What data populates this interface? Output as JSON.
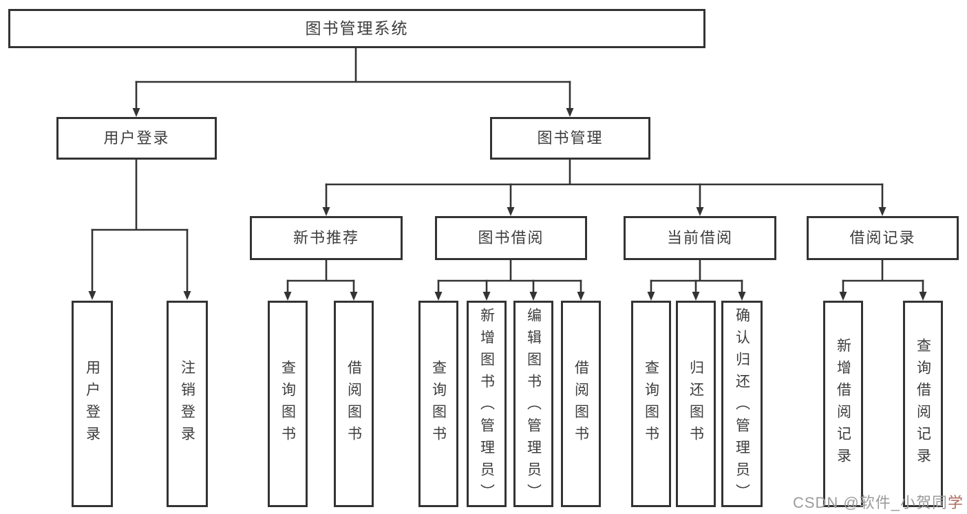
{
  "diagram": {
    "type": "tree",
    "title": "图书管理系统",
    "nodes": {
      "root": "图书管理系统",
      "user_login": "用户登录",
      "book_mgmt": "图书管理",
      "new_book_rec": "新书推荐",
      "book_borrow": "图书借阅",
      "current_borrow": "当前借阅",
      "borrow_records": "借阅记录",
      "leaf_user_login": "用户登录",
      "leaf_logout": "注销登录",
      "nbr_query_books": "查询图书",
      "nbr_borrow_books": "借阅图书",
      "bb_query_books": "查询图书",
      "bb_add_books": "新增图书（管理员）",
      "bb_edit_books": "编辑图书（管理员）",
      "bb_borrow_books": "借阅图书",
      "cb_query_books": "查询图书",
      "cb_return_books": "归还图书",
      "cb_confirm_return": "确认归还（管理员）",
      "br_add_record": "新增借阅记录",
      "br_query_record": "查询借阅记录"
    },
    "structure": {
      "label": "图书管理系统",
      "children": [
        {
          "label": "用户登录",
          "children": [
            {
              "label": "用户登录"
            },
            {
              "label": "注销登录"
            }
          ]
        },
        {
          "label": "图书管理",
          "children": [
            {
              "label": "新书推荐",
              "children": [
                {
                  "label": "查询图书"
                },
                {
                  "label": "借阅图书"
                }
              ]
            },
            {
              "label": "图书借阅",
              "children": [
                {
                  "label": "查询图书"
                },
                {
                  "label": "新增图书（管理员）"
                },
                {
                  "label": "编辑图书（管理员）"
                },
                {
                  "label": "借阅图书"
                }
              ]
            },
            {
              "label": "当前借阅",
              "children": [
                {
                  "label": "查询图书"
                },
                {
                  "label": "归还图书"
                },
                {
                  "label": "确认归还（管理员）"
                }
              ]
            },
            {
              "label": "借阅记录",
              "children": [
                {
                  "label": "新增借阅记录"
                },
                {
                  "label": "查询借阅记录"
                }
              ]
            }
          ]
        }
      ]
    },
    "colors": {
      "line": "#333333",
      "text": "#3d3d3d",
      "background": "#ffffff",
      "watermark": "#9b9b9b",
      "watermark_accent": "#b06a5c"
    }
  },
  "watermark": {
    "text": "CSDN @软件_小贺同学",
    "prefix": "CSDN @软件_小贺同",
    "accent": "学"
  }
}
